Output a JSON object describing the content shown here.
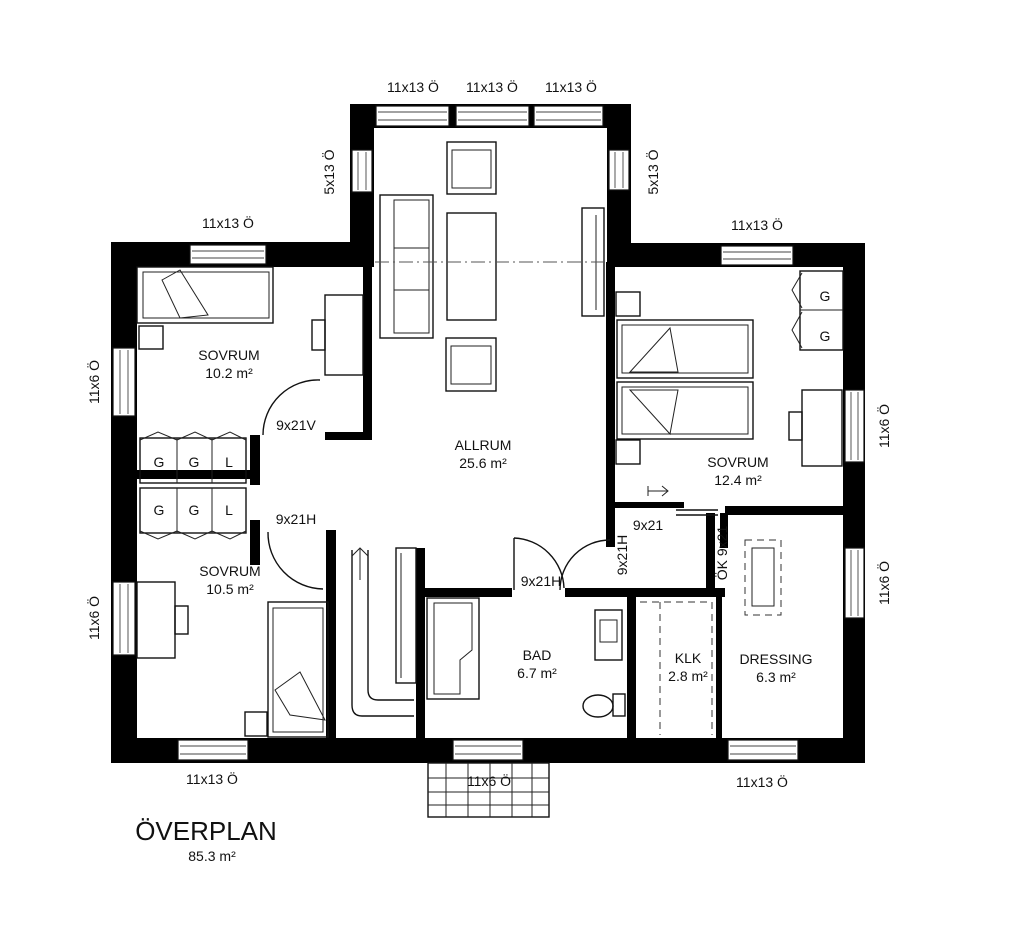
{
  "plan": {
    "title": "ÖVERPLAN",
    "area": "85.3 m²"
  },
  "rooms": {
    "allrum": {
      "name": "ALLRUM",
      "area": "25.6 m²"
    },
    "sovrum_nw": {
      "name": "SOVRUM",
      "area": "10.2 m²"
    },
    "sovrum_sw": {
      "name": "SOVRUM",
      "area": "10.5 m²"
    },
    "sovrum_e": {
      "name": "SOVRUM",
      "area": "12.4 m²"
    },
    "bad": {
      "name": "BAD",
      "area": "6.7 m²"
    },
    "klk": {
      "name": "KLK",
      "area": "2.8 m²"
    },
    "dressing": {
      "name": "DRESSING",
      "area": "6.3 m²"
    }
  },
  "windows": {
    "top_1": "11x13 Ö",
    "top_2": "11x13 Ö",
    "top_3": "11x13 Ö",
    "bay_left": "5x13 Ö",
    "bay_right": "5x13 Ö",
    "nw": "11x13 Ö",
    "ne": "11x13 Ö",
    "w_upper": "11x6 Ö",
    "w_lower": "11x6 Ö",
    "e_upper": "11x6 Ö",
    "e_lower": "11x6 Ö",
    "bottom_left": "11x13 Ö",
    "bottom_mid": "11x6 Ö",
    "bottom_right": "11x13 Ö"
  },
  "doors": {
    "sovrum_nw": "9x21V",
    "sovrum_sw": "9x21H",
    "bad": "9x21H",
    "hall_h": "9x21H",
    "sovrum_e": "9x21",
    "dressing": "ÖK 9x21"
  },
  "closets": {
    "upper": [
      "G",
      "G",
      "L"
    ],
    "lower": [
      "G",
      "G",
      "L"
    ],
    "east": [
      "G",
      "G"
    ]
  }
}
